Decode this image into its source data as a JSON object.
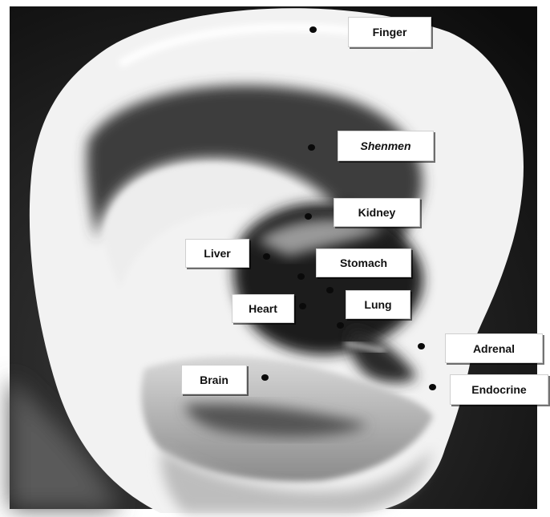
{
  "photo": {
    "subject": "ear-photograph"
  },
  "labels": {
    "finger": "Finger",
    "shenmen": "Shenmen",
    "kidney": "Kidney",
    "liver": "Liver",
    "stomach": "Stomach",
    "heart": "Heart",
    "lung": "Lung",
    "adrenal": "Adrenal",
    "brain": "Brain",
    "endocrine": "Endocrine"
  }
}
